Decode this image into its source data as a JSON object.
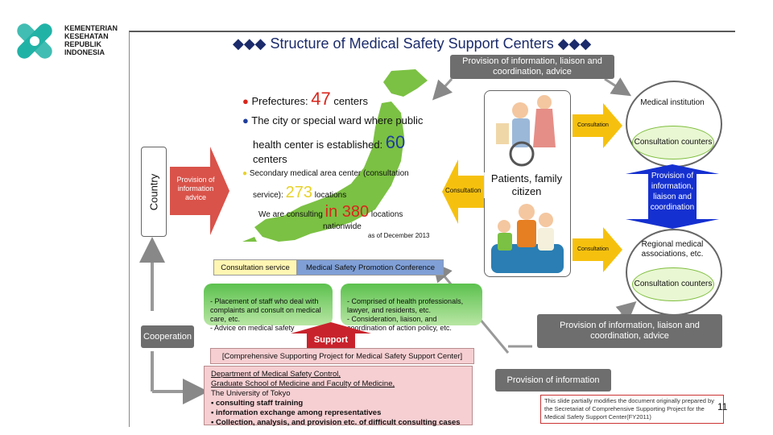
{
  "header": {
    "org_lines": [
      "KEMENTERIAN",
      "KESEHATAN",
      "REPUBLIK",
      "INDONESIA"
    ]
  },
  "slide": {
    "title": "◆◆◆ Structure of Medical Safety Support Centers ◆◆◆",
    "top_provision": "Provision of information, liaison and coordination, advice",
    "stats": {
      "prefectures_label": "Prefectures:",
      "prefectures_value": "47",
      "prefectures_unit": "centers",
      "city_label_1": "The city or special ward where public",
      "city_label_2": "health center is established:",
      "city_value": "60",
      "city_unit": "centers",
      "secondary_label": "Secondary medical area center (consultation",
      "secondary_label_2": "service):",
      "secondary_value": "273",
      "secondary_unit": "locations",
      "consulting_prefix": "We are consulting",
      "consulting_value": "in 380",
      "consulting_unit": "locations",
      "nationwide": "nationwide",
      "asof": "as of December 2013"
    },
    "country": "Country",
    "country_arrow": "Provision of information advice",
    "patients": "Patients, family citizen",
    "consultation_left": "Consultation",
    "consultation_top": "Consultation",
    "consultation_bottom": "Consultation",
    "medical_institution": "Medical institution",
    "consultation_counters_1": "Consultation counters",
    "blue_arrow": "Provision of information, liaison and coordination",
    "regional": "Regional medical associations, etc.",
    "consultation_counters_2": "Consultation counters",
    "consultation_service": "Consultation service",
    "conference": "Medical Safety Promotion Conference",
    "green_left": "- Placement of staff who deal with complaints and consult on medical care, etc.\n- Advice on medical safety",
    "green_right": "- Comprised of health professionals, lawyer, and residents, etc.\n- Consideration, liaison, and coordination of action policy, etc.",
    "support": "Support",
    "cooperation": "Cooperation",
    "comprehensive": "[Comprehensive Supporting Project  for Medical Safety Support Center]",
    "pink_line1": "Department of Medical Safety Control,",
    "pink_line2": "Graduate School of Medicine and Faculty of Medicine,",
    "pink_line3": "The University of Tokyo",
    "pink_bullet1": "▪ consulting staff training",
    "pink_bullet2": "▪ information exchange among representatives",
    "pink_bullet3": "▪ Collection, analysis, and provision etc. of difficult consulting cases",
    "bottom_provision": "Provision of information, liaison and coordination, advice",
    "provision_info": "Provision of information",
    "note": "This slide partially modifies the document originally prepared by the Secretariat of Comprehensive Supporting Project for the Medical Safety Support Center(FY2011)",
    "page_number": "11"
  },
  "colors": {
    "red": "#d9261c",
    "blue": "#1e3d9b",
    "yellow": "#e8d229",
    "green": "#5cc14e",
    "pink": "#f6cfd2",
    "grey": "#6e6e6e",
    "map_green": "#7bc143",
    "logo_teal": "#21b2a6"
  },
  "icons": [
    "kemenkes-logo",
    "japan-map",
    "patients-illustration"
  ]
}
